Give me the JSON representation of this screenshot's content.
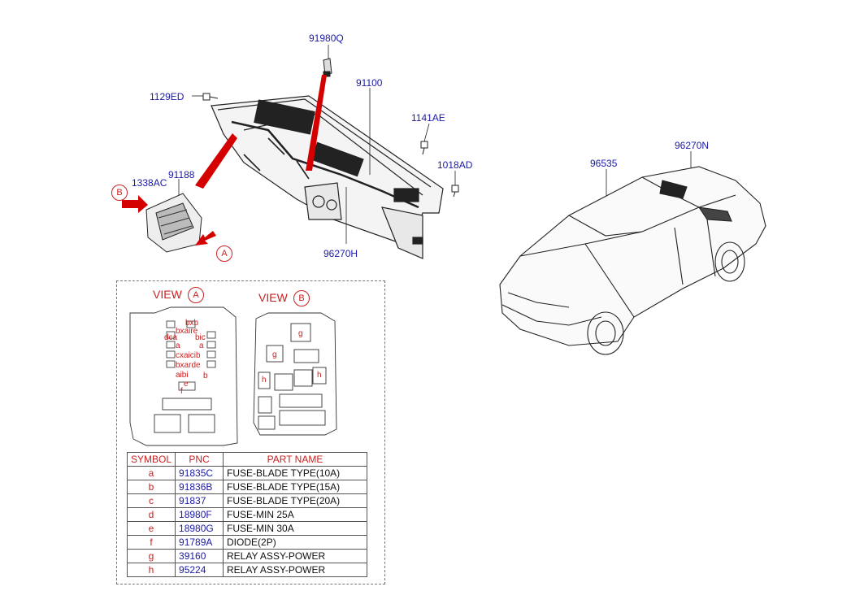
{
  "callouts": {
    "p91980Q": "91980Q",
    "p1129ED": "1129ED",
    "p91100": "91100",
    "p1141AE": "1141AE",
    "p1018AD": "1018AD",
    "p1338AC": "1338AC",
    "p91188": "91188",
    "p96270H": "96270H",
    "p96535": "96535",
    "p96270N": "96270N"
  },
  "arrow_marks": {
    "a": "A",
    "b": "B"
  },
  "views": {
    "view_a": {
      "title": "VIEW",
      "mark": "A"
    },
    "view_b": {
      "title": "VIEW",
      "mark": "B"
    }
  },
  "table": {
    "headers": [
      "SYMBOL",
      "PNC",
      "PART NAME"
    ],
    "rows": [
      {
        "symbol": "a",
        "pnc": "91835C",
        "name": "FUSE-BLADE TYPE(10A)"
      },
      {
        "symbol": "b",
        "pnc": "91836B",
        "name": "FUSE-BLADE TYPE(15A)"
      },
      {
        "symbol": "c",
        "pnc": "91837",
        "name": "FUSE-BLADE TYPE(20A)"
      },
      {
        "symbol": "d",
        "pnc": "18980F",
        "name": "FUSE-MIN 25A"
      },
      {
        "symbol": "e",
        "pnc": "18980G",
        "name": "FUSE-MIN 30A"
      },
      {
        "symbol": "f",
        "pnc": "91789A",
        "name": "DIODE(2P)"
      },
      {
        "symbol": "g",
        "pnc": "39160",
        "name": "RELAY ASSY-POWER"
      },
      {
        "symbol": "h",
        "pnc": "95224",
        "name": "RELAY ASSY-POWER"
      }
    ]
  },
  "colors": {
    "callout": "#1a1aa6",
    "accent_red": "#cc1f1f",
    "line": "#222222"
  }
}
